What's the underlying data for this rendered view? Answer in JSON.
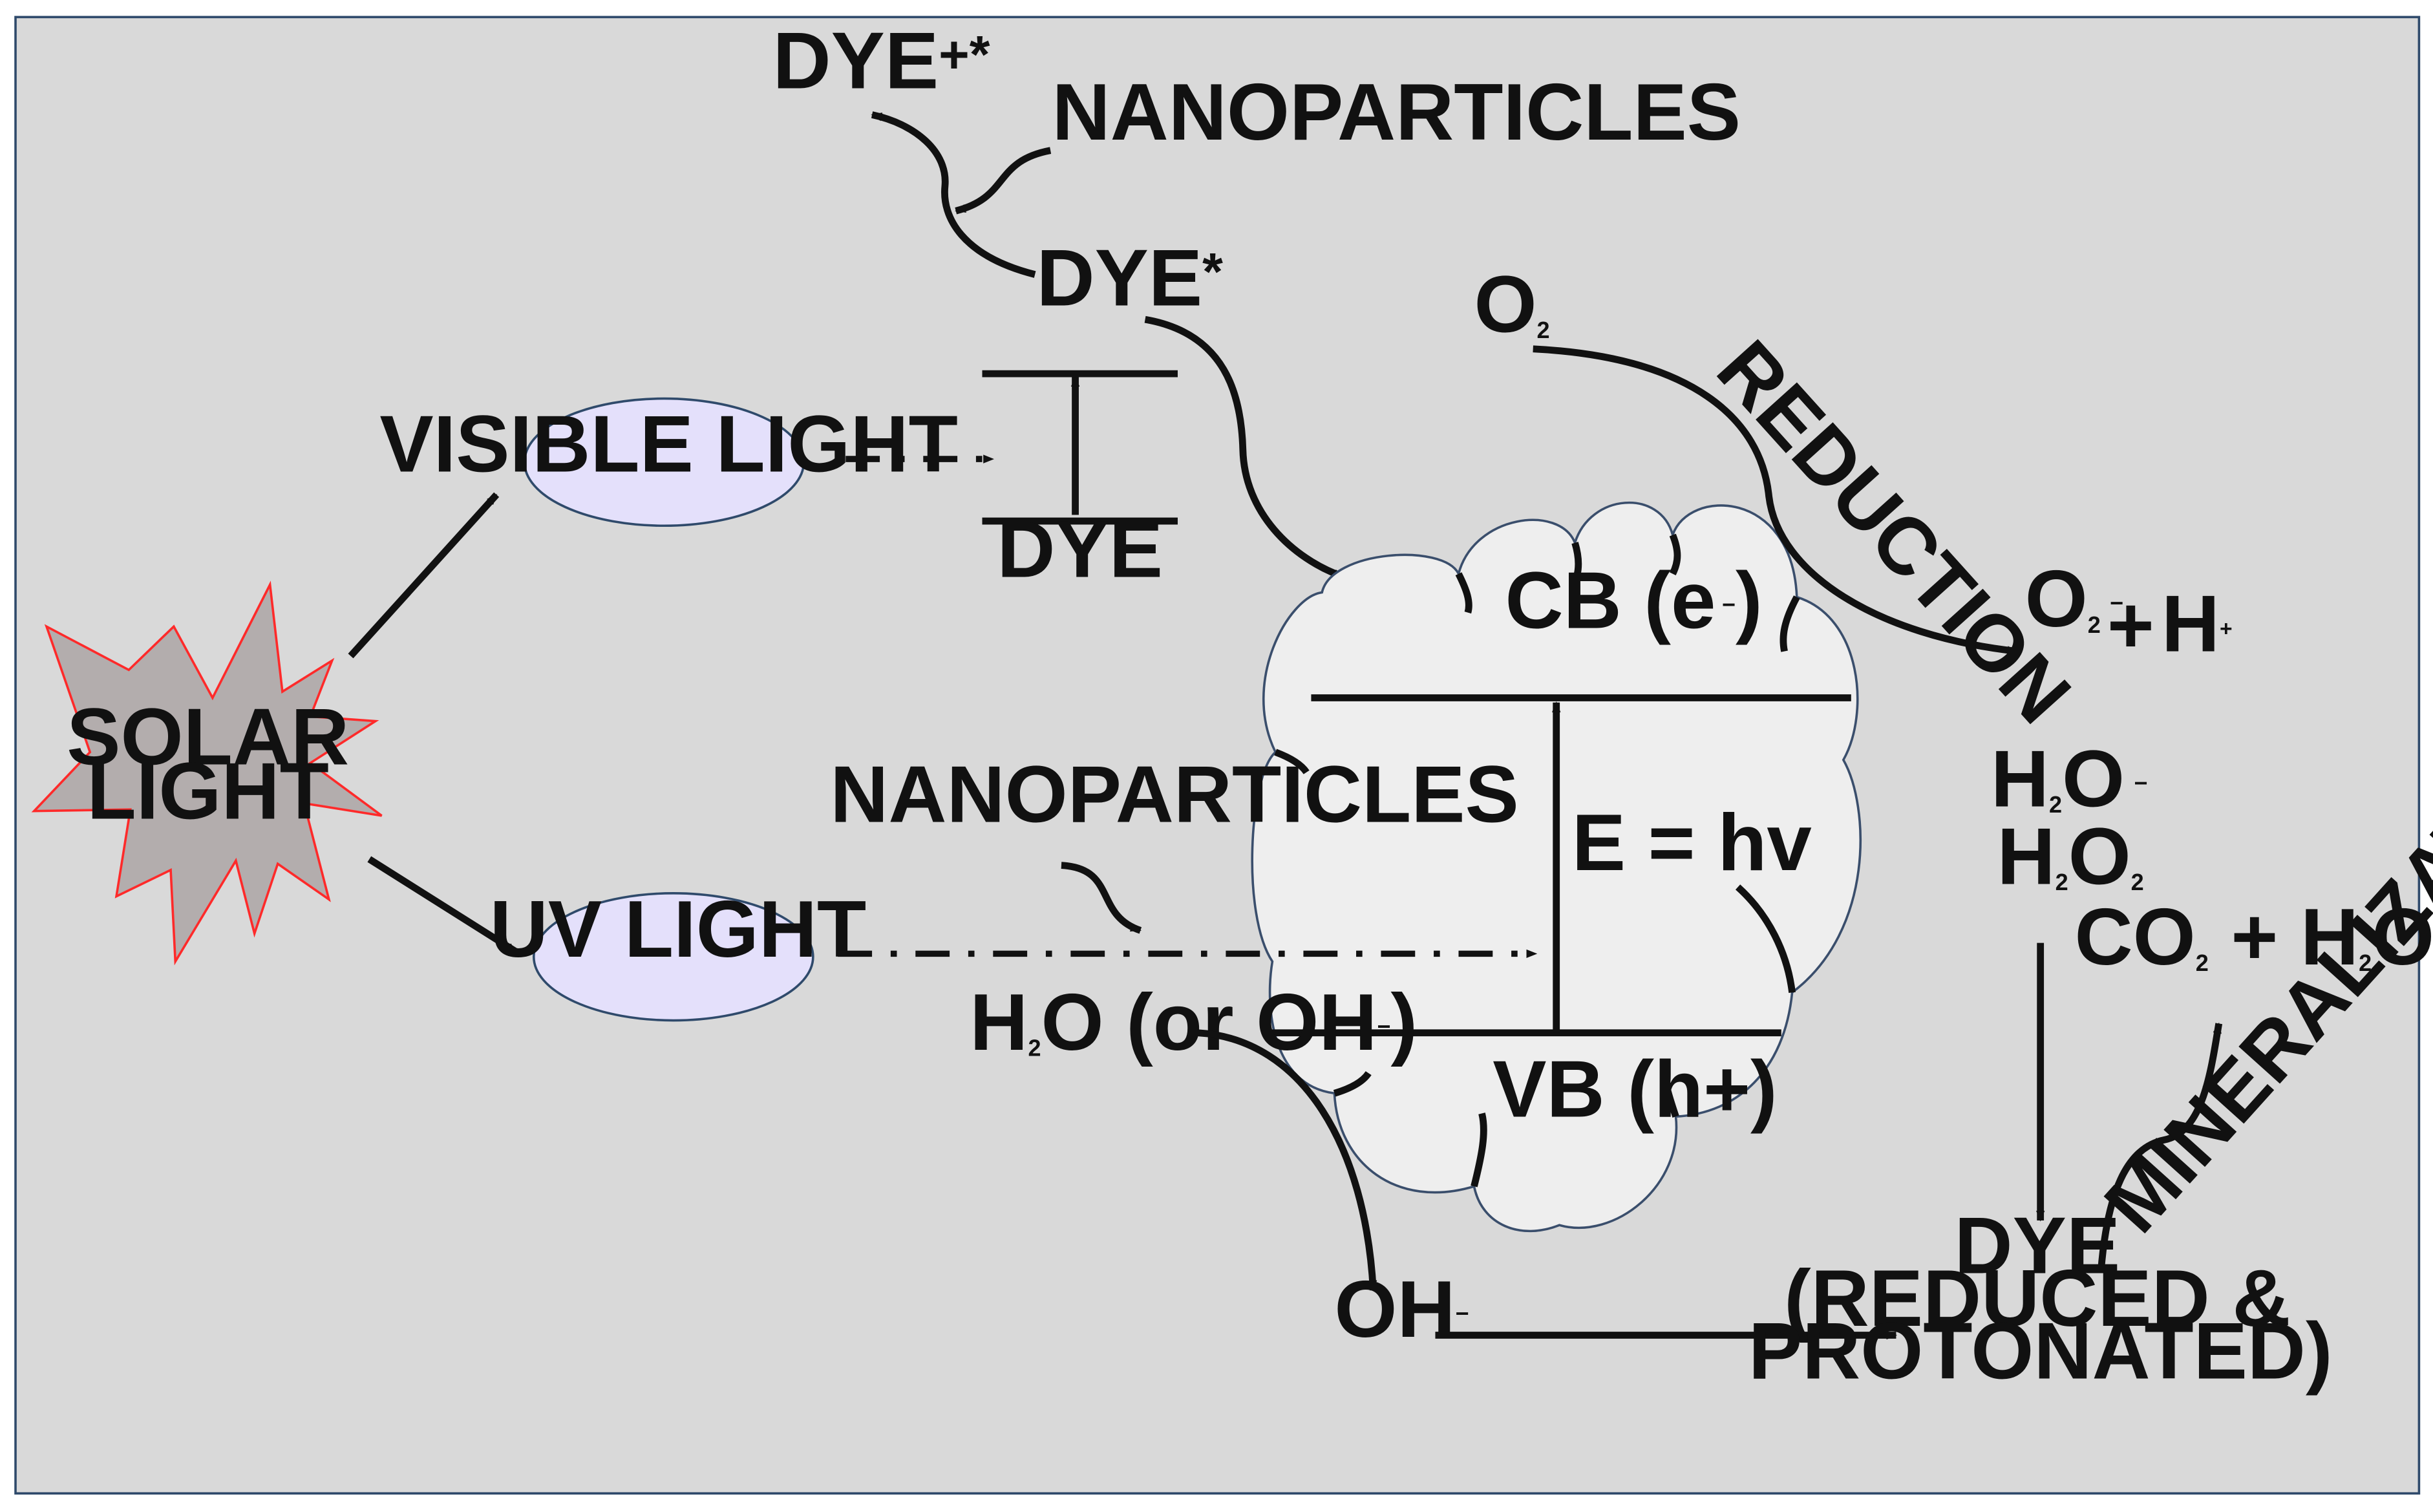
{
  "colors": {
    "panel_background": "#d9d9d9",
    "panel_border": "#2f4a6b",
    "star_fill": "#b3adad",
    "star_stroke": "#ff2a2a",
    "ellipse_fill": "#e4e0fb",
    "ellipse_stroke": "#2f4a6b",
    "cloud_fill": "#eeeeee",
    "cloud_stroke": "#3a4e6c",
    "line_color": "#111111"
  },
  "source": {
    "line1": "SOLAR",
    "line2": "LIGHT"
  },
  "branches": {
    "visible_light": "VISIBLE LIGHT",
    "uv_light": "UV LIGHT"
  },
  "dye_excitation": {
    "ground_state": "DYE",
    "excited_state": "DYE",
    "excited_state_superscript": "*",
    "cation_radical": "DYE",
    "cation_radical_superscript": "+*",
    "nanoparticles_label": "NANOPARTICLES"
  },
  "semiconductor": {
    "conduction_band": "CB (e",
    "conduction_band_superscript": "−",
    "conduction_band_close": ")",
    "valence_band": "VB (h+)",
    "band_gap": "E = hv"
  },
  "uv_path": {
    "nanoparticles_label": "NANOPARTICLES"
  },
  "reduction": {
    "reactant_main": "O",
    "reactant_subscript": "2",
    "process": "REDUCTION",
    "product_main": "O",
    "product_subscript": "2",
    "product_superscript": "−",
    "plus": "+",
    "proton_main": "H",
    "proton_superscript": "+"
  },
  "intermediates": {
    "species1_a": "H",
    "species1_sub": "2",
    "species1_b": "O",
    "species1_superscript": "−",
    "species2_a": "H",
    "species2_sub1": "2",
    "species2_b": "O",
    "species2_sub2": "2"
  },
  "oxidation": {
    "reactant_a": "H",
    "reactant_sub": "2",
    "reactant_b": "O (or OH",
    "reactant_superscript": "−",
    "reactant_close": ")",
    "product_main": "OH",
    "product_superscript": "−"
  },
  "final": {
    "dye_line1": "DYE",
    "dye_line2": "(REDUCED &",
    "dye_line3": "PROTONATED)",
    "process": "MINERALIZATION",
    "products_a": "CO",
    "products_sub1": "2",
    "products_b": " + H",
    "products_sub2": "2",
    "products_c": "O"
  }
}
